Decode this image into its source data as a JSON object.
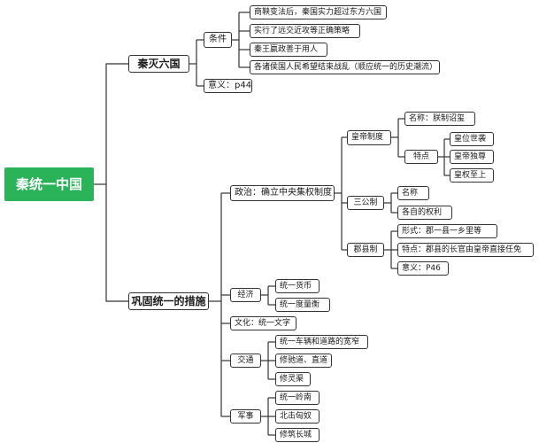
{
  "root": "秦统一中国",
  "qin": {
    "title": "秦灭六国",
    "conditions": {
      "label": "条件",
      "items": [
        "商鞅变法后，秦国实力超过东方六国",
        "实行了远交近攻等正确策略",
        "秦王嬴政善于用人",
        "各诸侯国人民希望结束战乱（顺应统一的历史潮流）"
      ]
    },
    "significance": "意义：p44"
  },
  "measures": {
    "title": "巩固统一的措施",
    "politics": {
      "label": "政治：确立中央集权制度",
      "emperor": {
        "label": "皇帝制度",
        "name": "名称：朕制诏玺",
        "features_label": "特点",
        "features": [
          "皇位世袭",
          "皇帝独尊",
          "皇权至上"
        ]
      },
      "three_gong": {
        "label": "三公制",
        "items": [
          "名称",
          "各自的权利"
        ]
      },
      "junxian": {
        "label": "郡县制",
        "items": [
          "形式：郡一县一乡里等",
          "特点：郡县的长官由皇帝直接任免",
          "意义：P46"
        ]
      }
    },
    "economy": {
      "label": "经济",
      "items": [
        "统一货币",
        "统一度量衡"
      ]
    },
    "culture": {
      "label": "文化：统一文字"
    },
    "transport": {
      "label": "交通",
      "items": [
        "统一车辆和道路的宽窄",
        "修驰道、直道",
        "修灵渠"
      ]
    },
    "military": {
      "label": "军事",
      "items": [
        "统一岭南",
        "北击匈奴",
        "修筑长城"
      ]
    }
  }
}
